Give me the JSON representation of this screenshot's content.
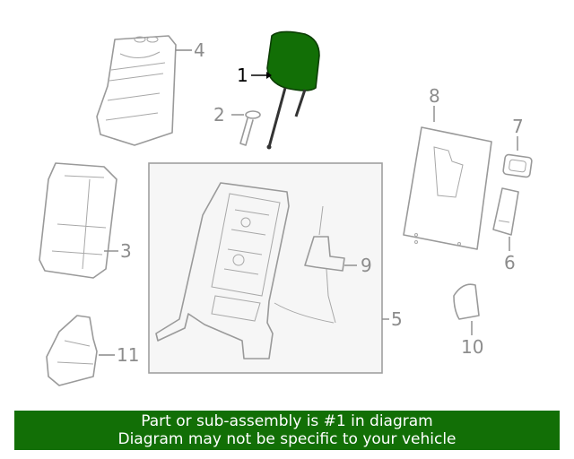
{
  "colors": {
    "highlight": "#126f06",
    "line": "#9a9a9a",
    "banner_text": "#ffffff"
  },
  "callouts": [
    "1",
    "2",
    "3",
    "4",
    "5",
    "6",
    "7",
    "8",
    "9",
    "10",
    "11"
  ],
  "highlighted_part": "1",
  "banner": {
    "line1": "Part or sub-assembly is #1 in diagram",
    "line2": "Diagram may not be specific to your vehicle"
  }
}
